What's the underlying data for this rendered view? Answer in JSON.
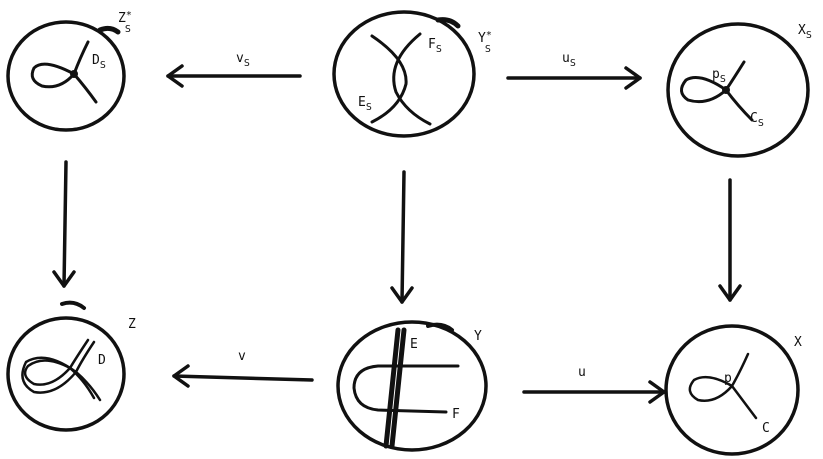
{
  "nodes": {
    "zs": {
      "label": "Z",
      "sup": "*",
      "sub": "S",
      "curve": {
        "label": "D",
        "sub": "S"
      }
    },
    "ys": {
      "label": "Y",
      "sup": "*",
      "sub": "S",
      "curve_e": {
        "label": "E",
        "sub": "S"
      },
      "curve_f": {
        "label": "F",
        "sub": "S"
      }
    },
    "xs": {
      "label": "X",
      "sub": "S",
      "point": {
        "label": "p",
        "sub": "S"
      },
      "curve": {
        "label": "C",
        "sub": "S"
      }
    },
    "z": {
      "label": "Z",
      "curve": {
        "label": "D"
      }
    },
    "y": {
      "label": "Y",
      "curve_e": {
        "label": "E"
      },
      "curve_f": {
        "label": "F"
      }
    },
    "x": {
      "label": "X",
      "point": {
        "label": "p"
      },
      "curve": {
        "label": "C"
      }
    }
  },
  "maps": {
    "vs": {
      "label": "v",
      "sub": "S"
    },
    "us": {
      "label": "u",
      "sub": "S"
    },
    "v": {
      "label": "v"
    },
    "u": {
      "label": "u"
    }
  }
}
